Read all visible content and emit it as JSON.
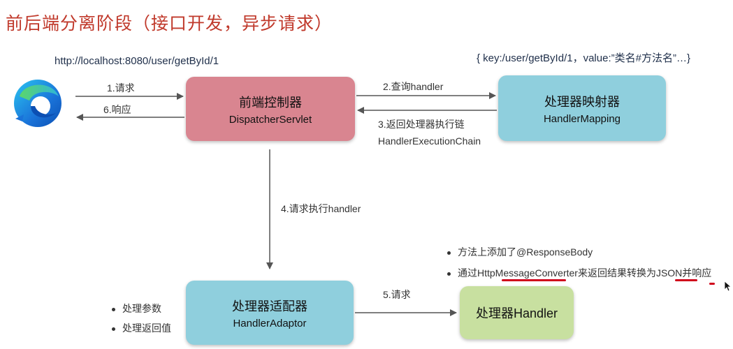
{
  "title": "前后端分离阶段（接口开发，异步请求）",
  "url": "http://localhost:8080/user/getById/1",
  "mapping_kv": "{ key:/user/getById/1，value:”类名#方法名”…}",
  "steps": {
    "s1": "1.请求",
    "s6": "6.响应",
    "s2": "2.查询handler",
    "s3a": "3.返回处理器执行链",
    "s3b": "HandlerExecutionChain",
    "s4": "4.请求执行handler",
    "s5": "5.请求"
  },
  "boxes": {
    "dispatcher": {
      "cn": "前端控制器",
      "en": "DispatcherServlet"
    },
    "mapping": {
      "cn": "处理器映射器",
      "en": "HandlerMapping"
    },
    "adaptor": {
      "cn": "处理器适配器",
      "en": "HandlerAdaptor"
    },
    "handler": {
      "cn": "处理器Handler"
    }
  },
  "adaptor_notes": [
    "处理参数",
    "处理返回值"
  ],
  "handler_notes": [
    "方法上添加了@ResponseBody",
    "通过HttpMessageConverter来返回结果转换为JSON并响应"
  ],
  "colors": {
    "title": "#c0392b",
    "dispatcher": "#d98590",
    "mapping": "#8fcfdd",
    "handler": "#c8e0a0",
    "underline": "#d0021b"
  },
  "icons": [
    "edge-browser-icon"
  ]
}
